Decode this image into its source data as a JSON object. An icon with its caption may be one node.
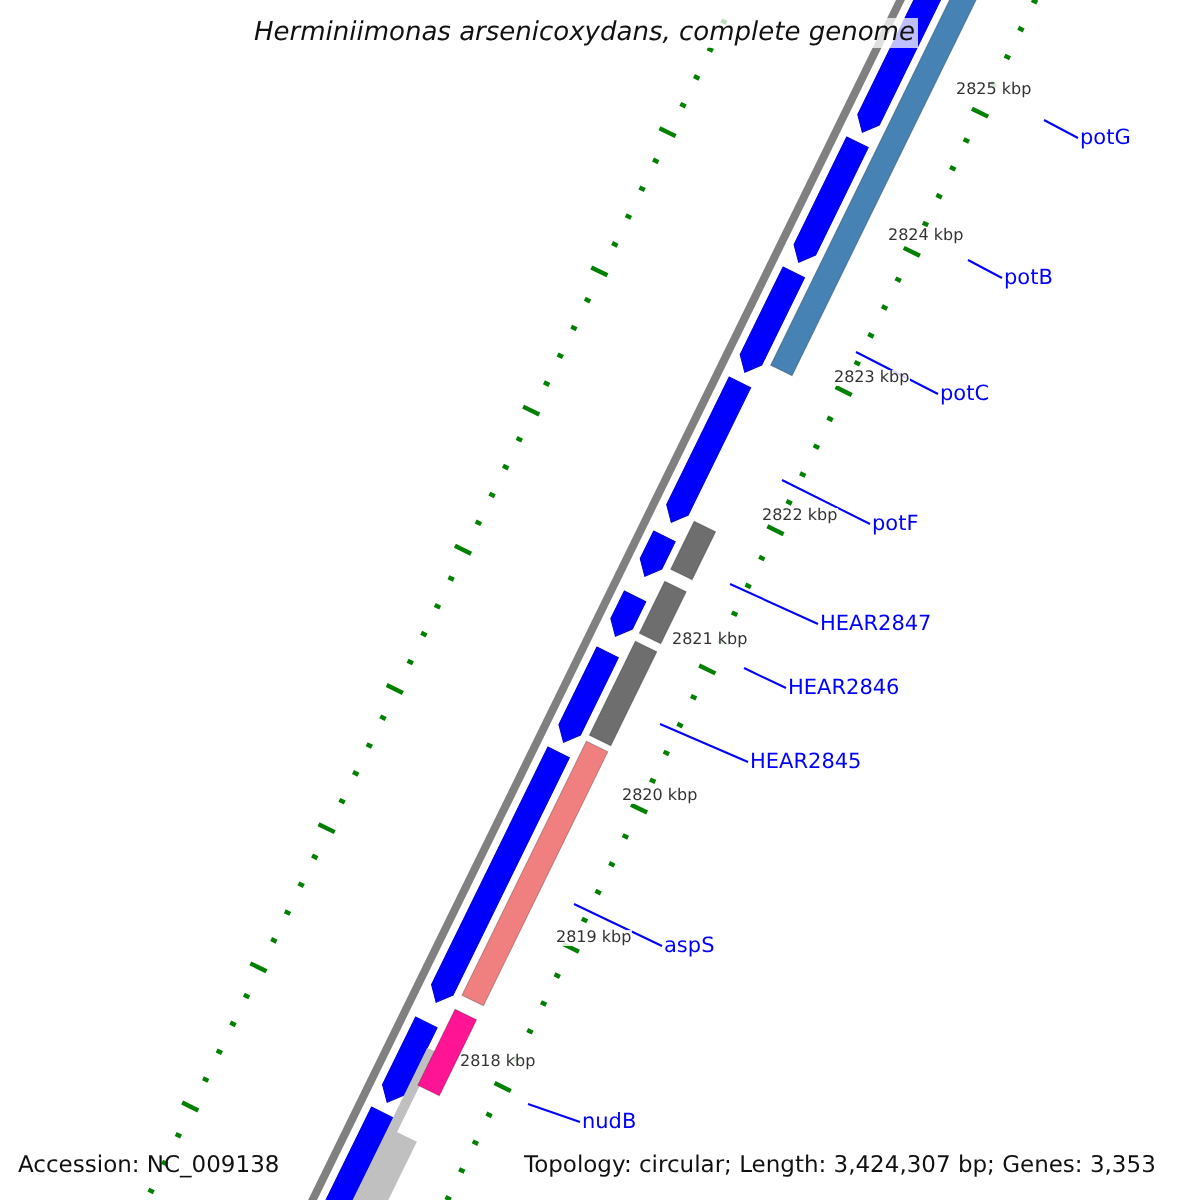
{
  "diagram": {
    "title": "Herminiimonas arsenicoxydans, complete genome",
    "nodes": [
      {
        "text": [
          "potG"
        ]
      },
      {
        "text": [
          "potB"
        ]
      },
      {
        "text": [
          "potC"
        ]
      },
      {
        "text": [
          "potF"
        ]
      },
      {
        "text": [
          "HEAR2847"
        ]
      },
      {
        "text": [
          "HEAR2846"
        ]
      },
      {
        "text": [
          "HEAR2845"
        ]
      },
      {
        "text": [
          "aspS"
        ]
      },
      {
        "text": [
          "nudB"
        ]
      }
    ],
    "edges": [
      {
        "from": 0,
        "to": null,
        "arrow": "none"
      },
      {
        "from": 1,
        "to": null,
        "arrow": "none"
      },
      {
        "from": 2,
        "to": null,
        "arrow": "none"
      },
      {
        "from": 3,
        "to": null,
        "arrow": "none"
      },
      {
        "from": 4,
        "to": null,
        "arrow": "none"
      },
      {
        "from": 5,
        "to": null,
        "arrow": "none"
      },
      {
        "from": 6,
        "to": null,
        "arrow": "none"
      },
      {
        "from": 7,
        "to": null,
        "arrow": "none"
      },
      {
        "from": 8,
        "to": null,
        "arrow": "none"
      }
    ],
    "labels": [
      "2825 kbp",
      "2824 kbp",
      "2823 kbp",
      "2822 kbp",
      "2821 kbp",
      "2820 kbp",
      "2819 kbp",
      "2818 kbp",
      "Accession: NC_009138",
      "Topology: circular; Length: 3,424,307 bp; Genes: 3,353"
    ]
  }
}
